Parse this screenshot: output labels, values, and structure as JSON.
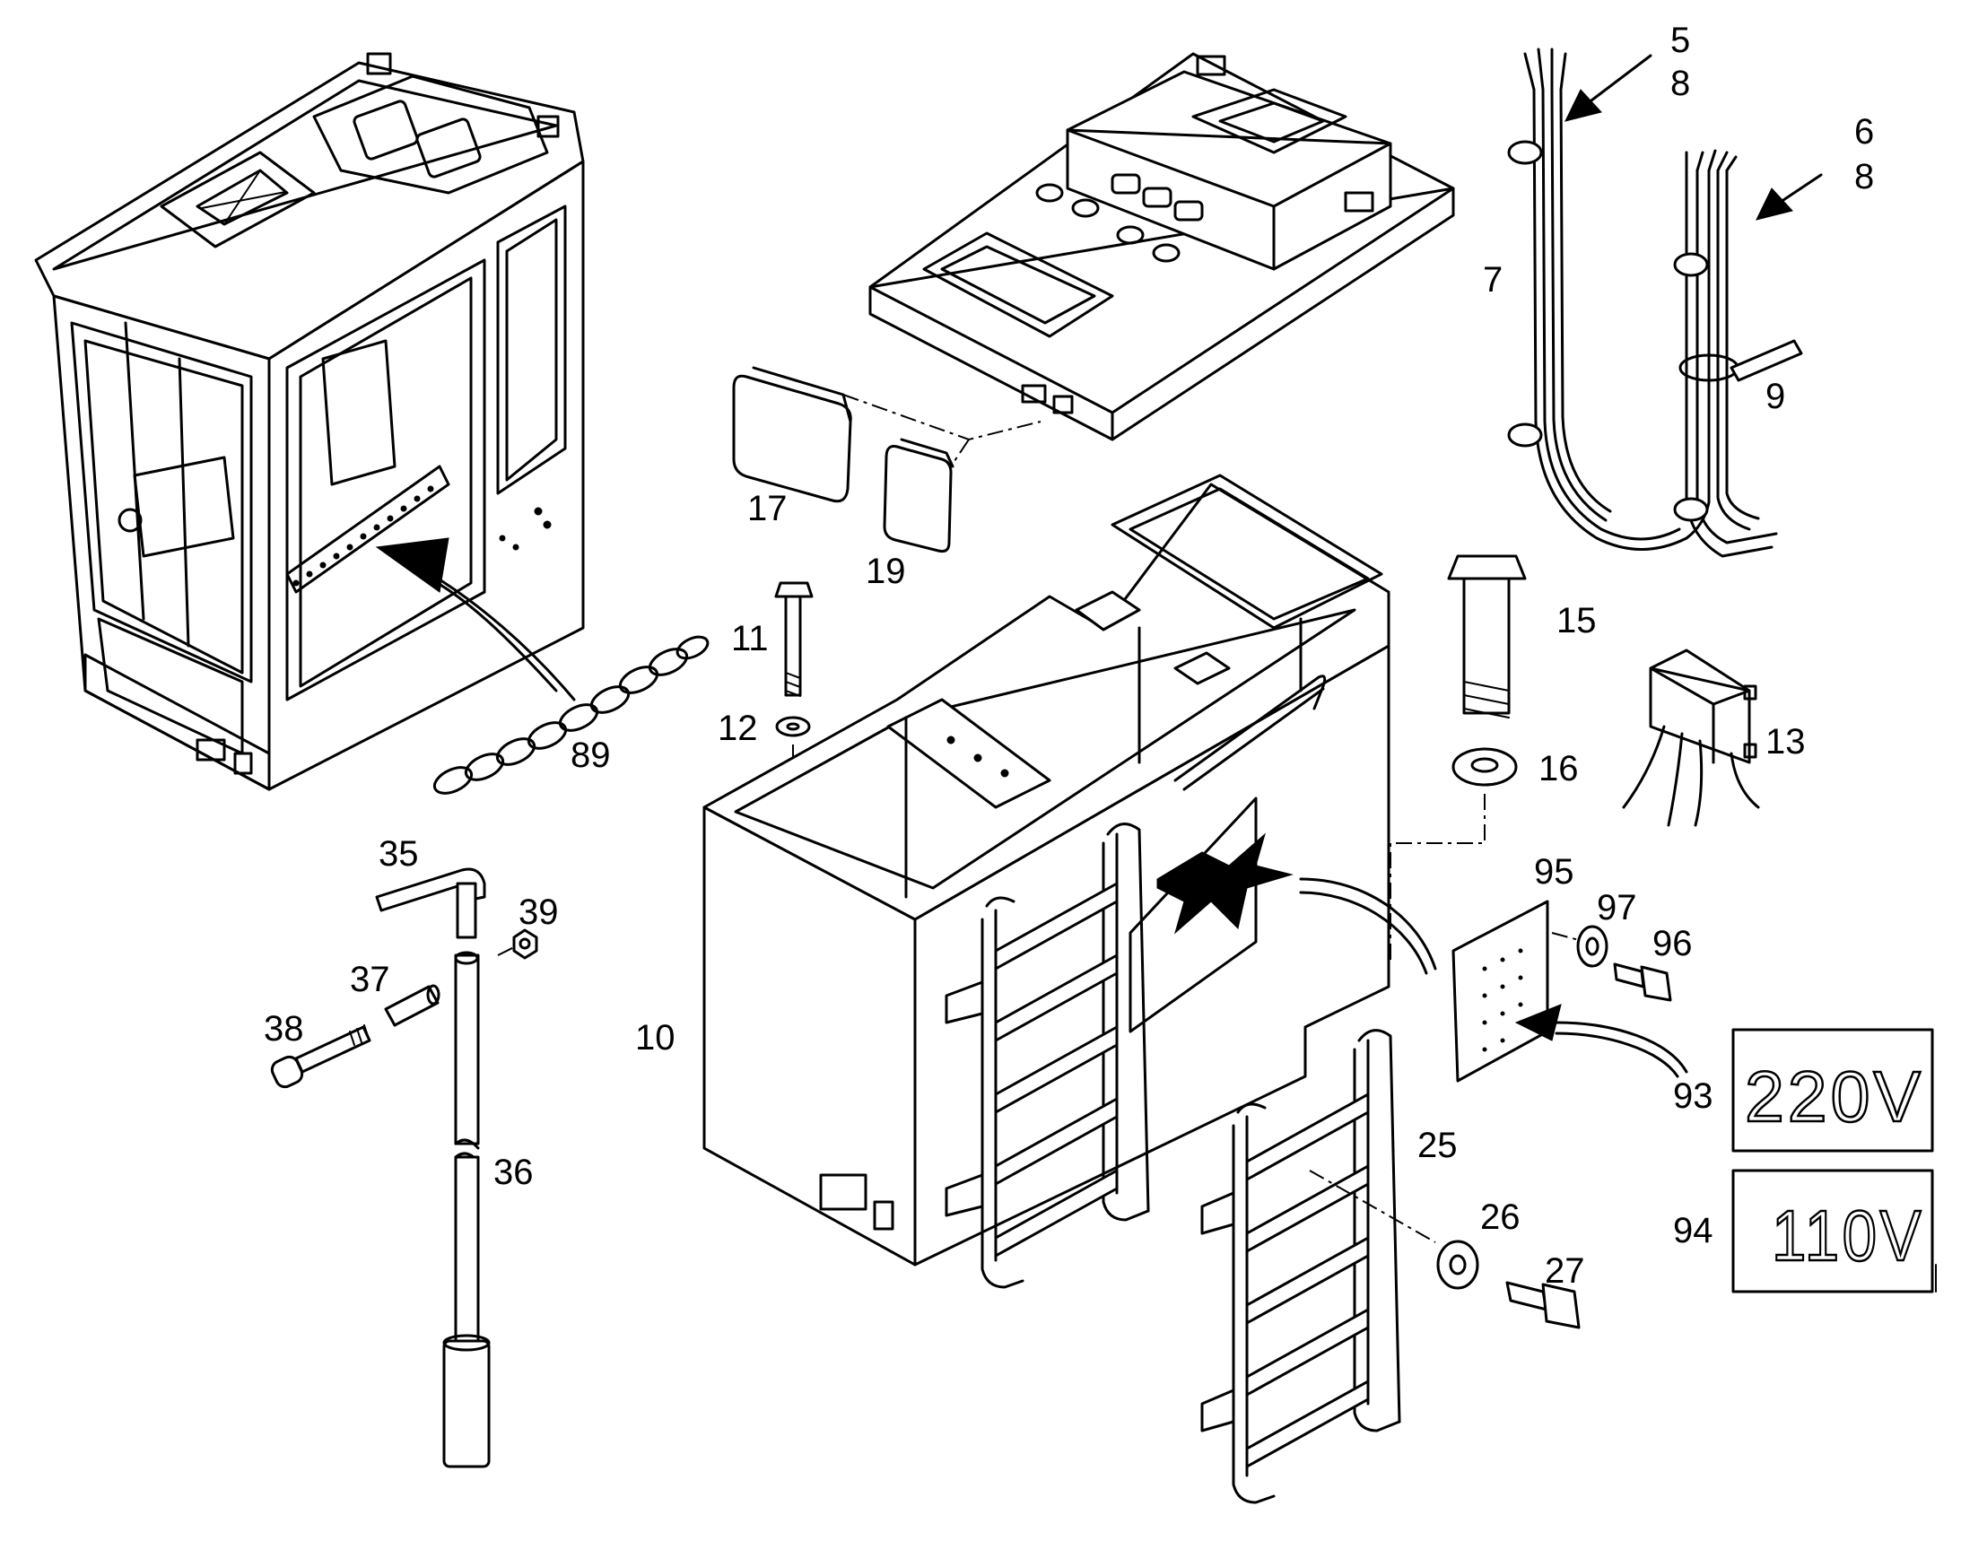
{
  "callouts": [
    {
      "id": "c5",
      "text": "5"
    },
    {
      "id": "c8a",
      "text": "8"
    },
    {
      "id": "c6",
      "text": "6"
    },
    {
      "id": "c8b",
      "text": "8"
    },
    {
      "id": "c7",
      "text": "7"
    },
    {
      "id": "c9",
      "text": "9"
    },
    {
      "id": "c17",
      "text": "17"
    },
    {
      "id": "c19",
      "text": "19"
    },
    {
      "id": "c11",
      "text": "11"
    },
    {
      "id": "c12",
      "text": "12"
    },
    {
      "id": "c89",
      "text": "89"
    },
    {
      "id": "c15",
      "text": "15"
    },
    {
      "id": "c16",
      "text": "16"
    },
    {
      "id": "c13",
      "text": "13"
    },
    {
      "id": "c35",
      "text": "35"
    },
    {
      "id": "c39",
      "text": "39"
    },
    {
      "id": "c37",
      "text": "37"
    },
    {
      "id": "c38",
      "text": "38"
    },
    {
      "id": "c36",
      "text": "36"
    },
    {
      "id": "c10",
      "text": "10"
    },
    {
      "id": "c95",
      "text": "95"
    },
    {
      "id": "c97",
      "text": "97"
    },
    {
      "id": "c96",
      "text": "96"
    },
    {
      "id": "c93",
      "text": "93"
    },
    {
      "id": "c94",
      "text": "94"
    },
    {
      "id": "c25",
      "text": "25"
    },
    {
      "id": "c26",
      "text": "26"
    },
    {
      "id": "c27",
      "text": "27"
    }
  ],
  "labels": {
    "v220": "220V",
    "v110": "110V"
  }
}
